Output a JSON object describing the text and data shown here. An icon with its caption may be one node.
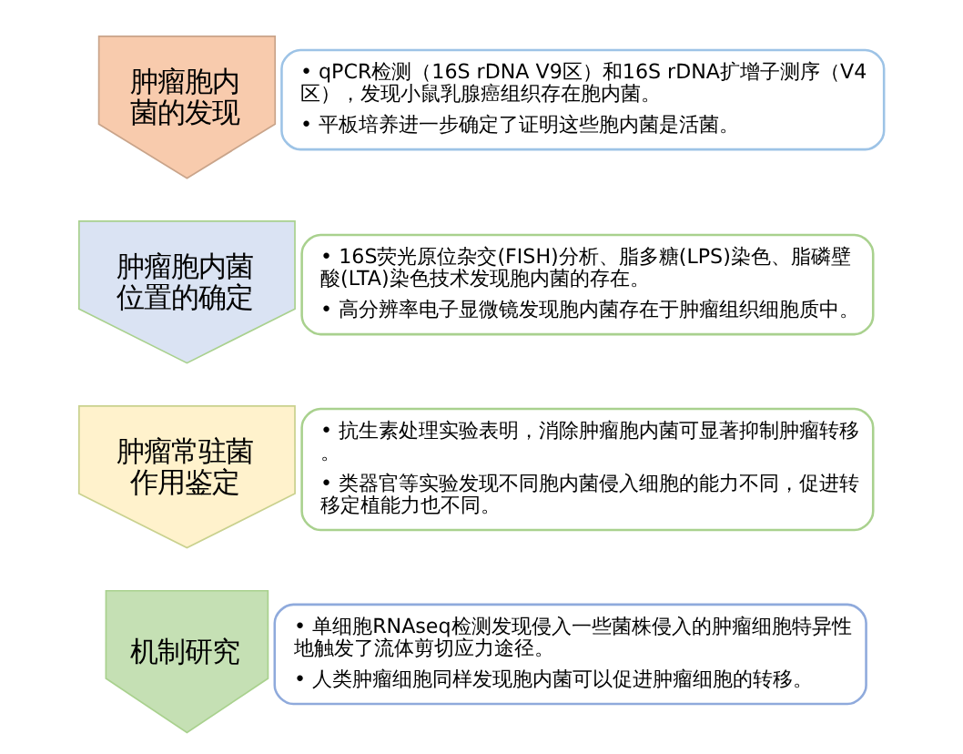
{
  "diagram": {
    "nodes": [
      {
        "text": [
          "肿瘤胞内菌的发现"
        ]
      },
      {
        "text": [
          "• qPCR检测（16S rDNA V9区）和16S rDNA扩增子测序（V4区），发现小鼠乳腺癌组织存在胞内菌。",
          "• 平板培养进一步确定了证明这些胞内菌是活菌。"
        ]
      },
      {
        "text": [
          "肿瘤胞内菌位置的确定"
        ]
      },
      {
        "text": [
          "• 16S荧光原位杂交(FISH)分析、脂多糖(LPS)染色、脂磷壁酸(LTA)染色技术发现胞内菌的存在。",
          "• 高分辨率电子显微镜发现胞内菌存在于肿瘤组织细胞质中。"
        ]
      },
      {
        "text": [
          "肿瘤常驻菌作用鉴定"
        ]
      },
      {
        "text": [
          "• 抗生素处理实验表明，消除肿瘤胞内菌可显著抑制肿瘤转移。",
          "• 类器官等实验发现不同胞内菌侵入细胞的能力不同，促进转移定植能力也不同。"
        ]
      },
      {
        "text": [
          "机制研究"
        ]
      },
      {
        "text": [
          "• 单细胞RNAseq检测发现侵入一些菌株侵入的肿瘤细胞特异性地触发了流体剪切应力途径。",
          "• 人类肿瘤细胞同样发现胞内菌可以促进肿瘤细胞的转移。"
        ]
      }
    ]
  }
}
